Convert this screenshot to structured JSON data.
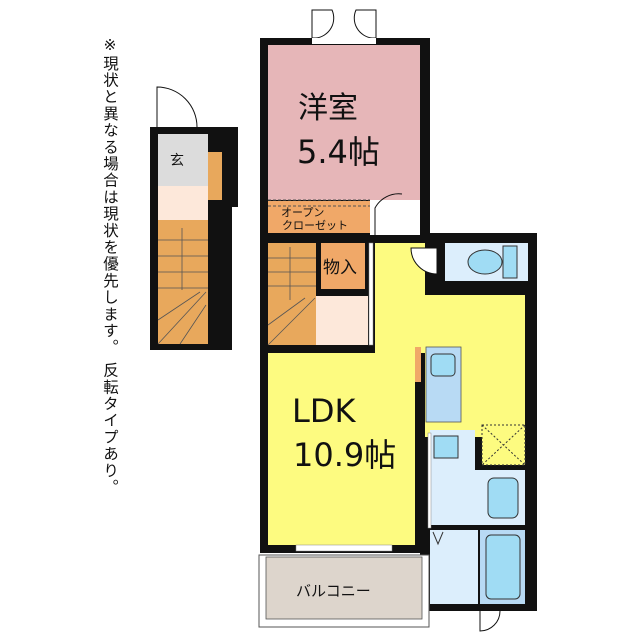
{
  "note": "※現状と異なる場合は現状を優先します。 反転タイプあり。",
  "rooms": {
    "bedroom": {
      "name": "洋室",
      "size": "5.4帖"
    },
    "closet": {
      "line1": "オープン",
      "line2": "クローゼット"
    },
    "storage": "物入",
    "entrance": "玄",
    "ldk": {
      "name": "LDK",
      "size": "10.9帖"
    },
    "balcony": "バルコニー"
  },
  "colors": {
    "bedroom": "#e6b6b8",
    "ldk": "#fdfb80",
    "closet": "#f0a868",
    "stairs": "#e8a85c",
    "entrance": "#dcdcdc",
    "wet": "#dceefc",
    "fixture": "#a0dcf4",
    "balcony": "#ddd5cc",
    "hall": "#fde8da"
  }
}
